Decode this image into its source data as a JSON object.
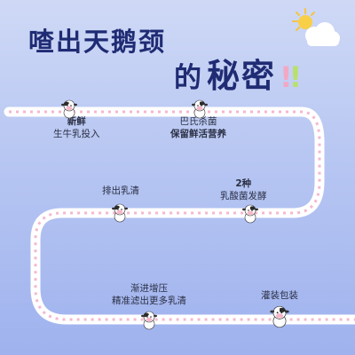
{
  "title": {
    "line1": "喳出天鹅颈",
    "line2_a": "的",
    "line2_b": "秘密",
    "bangs": "!!"
  },
  "steps": [
    {
      "line1": "新鲜",
      "line2": "生牛乳投入"
    },
    {
      "line1": "巴氏杀菌",
      "line2": "保留鲜活营养"
    },
    {
      "line1": "2种",
      "line2": "乳酸菌发酵"
    },
    {
      "line1": "排出乳清"
    },
    {
      "line1": "渐进增压",
      "line2": "精准滤出更多乳清"
    },
    {
      "line1": "灌装包装"
    }
  ],
  "colors": {
    "title": "#1f2b73",
    "road_fill": "#ffffff",
    "road_arrows": "#f4b8cf",
    "background_top": "#cfd9f6",
    "background_bottom": "#9fb2ee"
  },
  "icons": [
    "sun-cloud-icon",
    "cow-mascot-icon"
  ]
}
